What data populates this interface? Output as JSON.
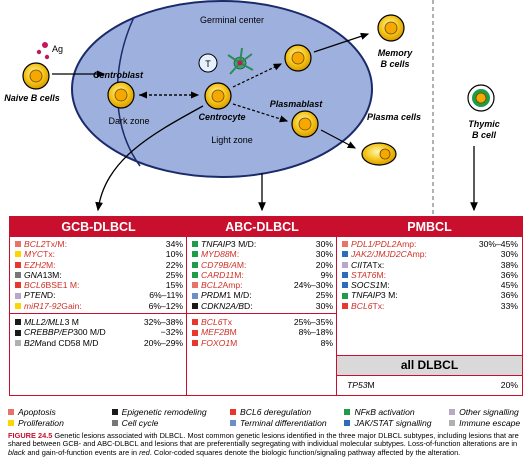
{
  "diagram": {
    "ag": "Ag",
    "naive": "Naive B cells",
    "gc": "Germinal center",
    "centroblast": "Centroblast",
    "dark": "Dark zone",
    "centrocyte": "Centrocyte",
    "plasmablast": "Plasmablast",
    "light": "Light zone",
    "memory1": "Memory",
    "memory2": "B cells",
    "plasma": "Plasma cells",
    "thymic1": "Thymic",
    "thymic2": "B cell",
    "tcell": "T"
  },
  "colors": {
    "apoptosis": "#e8736b",
    "proliferation": "#ffd400",
    "epigenetic": "#1a1a1a",
    "cell_cycle": "#777777",
    "bcl6": "#e8382d",
    "terminal": "#6a8fc9",
    "nfkb": "#1e9c48",
    "jakstat": "#2b6db6",
    "other": "#b8a9c9",
    "immune": "#b0b0b0"
  },
  "panels": {
    "gcb": {
      "title": "GCB-DLBCL",
      "groups": [
        [
          {
            "c": "apoptosis",
            "gene": "BCL2",
            "rest": " Tx/M:",
            "val": "34%",
            "red": true
          },
          {
            "c": "proliferation",
            "gene": "MYC",
            "rest": " Tx:",
            "val": "10%",
            "red": true
          },
          {
            "c": "bcl6",
            "gene": "EZH2",
            "rest": " M:",
            "val": "22%",
            "red": true
          },
          {
            "c": "cell_cycle",
            "gene": "GNA",
            "rest": "13M:",
            "val": "25%",
            "red": false
          },
          {
            "c": "bcl6",
            "gene": "BCL6",
            "rest": " BSE1 M:",
            "val": "15%",
            "red": true
          },
          {
            "c": "other",
            "gene": "PTEN",
            "rest": " D:",
            "val": "6%–11%",
            "red": false
          },
          {
            "c": "proliferation",
            "gene": "miR17-92",
            "rest": " Gain:",
            "val": "6%–12%",
            "red": true
          }
        ],
        [
          {
            "c": "epigenetic",
            "gene": "MLL2/MLL",
            "rest": "3 M",
            "val": "32%–38%",
            "red": false
          },
          {
            "c": "epigenetic",
            "gene": "CREBBP/EP",
            "rest": "300 M/D",
            "val": "−32%",
            "red": false
          },
          {
            "c": "immune",
            "gene": "B2M",
            "rest": " and CD58 M/D",
            "val": "20%–29%",
            "red": false
          }
        ]
      ]
    },
    "abc": {
      "title": "ABC-DLBCL",
      "groups": [
        [
          {
            "c": "nfkb",
            "gene": "TNFAIP",
            "rest": "3 M/D:",
            "val": "30%",
            "red": false
          },
          {
            "c": "nfkb",
            "gene": "MYD88",
            "rest": " M:",
            "val": "30%",
            "red": true
          },
          {
            "c": "nfkb",
            "gene": "CD79B/A",
            "rest": " M:",
            "val": "20%",
            "red": true
          },
          {
            "c": "nfkb",
            "gene": "CARD11",
            "rest": " M:",
            "val": "9%",
            "red": true
          },
          {
            "c": "apoptosis",
            "gene": "BCL2",
            "rest": " Amp:",
            "val": "24%–30%",
            "red": true
          },
          {
            "c": "terminal",
            "gene": "PRDM",
            "rest": "1 M/D:",
            "val": "25%",
            "red": false
          },
          {
            "c": "epigenetic",
            "gene": "CDKN2A/B",
            "rest": " D:",
            "val": "30%",
            "red": false
          }
        ],
        [
          {
            "c": "bcl6",
            "gene": "BCL6",
            "rest": " Tx",
            "val": "25%–35%",
            "red": true
          },
          {
            "c": "bcl6",
            "gene": "MEF2B",
            "rest": " M",
            "val": "8%–18%",
            "red": true
          },
          {
            "c": "bcl6",
            "gene": "FOXO1",
            "rest": " M",
            "val": "8%",
            "red": true
          }
        ]
      ]
    },
    "pmbcl": {
      "title": "PMBCL",
      "groups": [
        [
          {
            "c": "apoptosis",
            "gene": "PDL1/PDL2",
            "rest": " Amp:",
            "val": "30%–45%",
            "red": true
          },
          {
            "c": "jakstat",
            "gene": "JAK2/JMJD2C",
            "rest": " Amp:",
            "val": "30%",
            "red": true
          },
          {
            "c": "other",
            "gene": "CIITA",
            "rest": " Tx:",
            "val": "38%",
            "red": false
          },
          {
            "c": "jakstat",
            "gene": "STAT6",
            "rest": " M:",
            "val": "36%",
            "red": true
          },
          {
            "c": "jakstat",
            "gene": "SOCS1",
            "rest": " M:",
            "val": "45%",
            "red": false
          },
          {
            "c": "nfkb",
            "gene": "TNFAIP",
            "rest": "3 M:",
            "val": "36%",
            "red": false
          },
          {
            "c": "bcl6",
            "gene": "BCL6",
            "rest": " Tx:",
            "val": "33%",
            "red": true
          }
        ]
      ],
      "all_title": "all DLBCL",
      "all_rows": [
        {
          "gene": "TP53",
          "rest": " M",
          "val": "20%"
        }
      ]
    }
  },
  "legend": [
    [
      {
        "c": "apoptosis",
        "label": "Apoptosis"
      },
      {
        "c": "epigenetic",
        "label": "Epigenetic remodeling"
      },
      {
        "c": "bcl6",
        "label": "BCL6 deregulation"
      },
      {
        "c": "nfkb",
        "label": "NFκB activation"
      },
      {
        "c": "other",
        "label": "Other signalling"
      }
    ],
    [
      {
        "c": "proliferation",
        "label": "Proliferation"
      },
      {
        "c": "cell_cycle",
        "label": "Cell cycle"
      },
      {
        "c": "terminal",
        "label": "Terminal differentiation"
      },
      {
        "c": "jakstat",
        "label": "JAK/STAT signalling"
      },
      {
        "c": "immune",
        "label": "Immune escape"
      }
    ]
  ],
  "caption": {
    "fig": "FIGURE 24.5",
    "text": " Genetic lesions associated with DLBCL. Most common genetic lesions identified in the three major DLBCL subtypes, including lesions that are shared between GCB- and ABC-DLBCL and lesions that are preferentially segregating with individual molecular subtypes. Loss-of-function alterations are in ",
    "black": "black",
    "mid": " and gain-of-function events are in ",
    "red": "red",
    "end": ". Color-coded squares denote the biologic function/signaling pathway affected by the alteration."
  }
}
